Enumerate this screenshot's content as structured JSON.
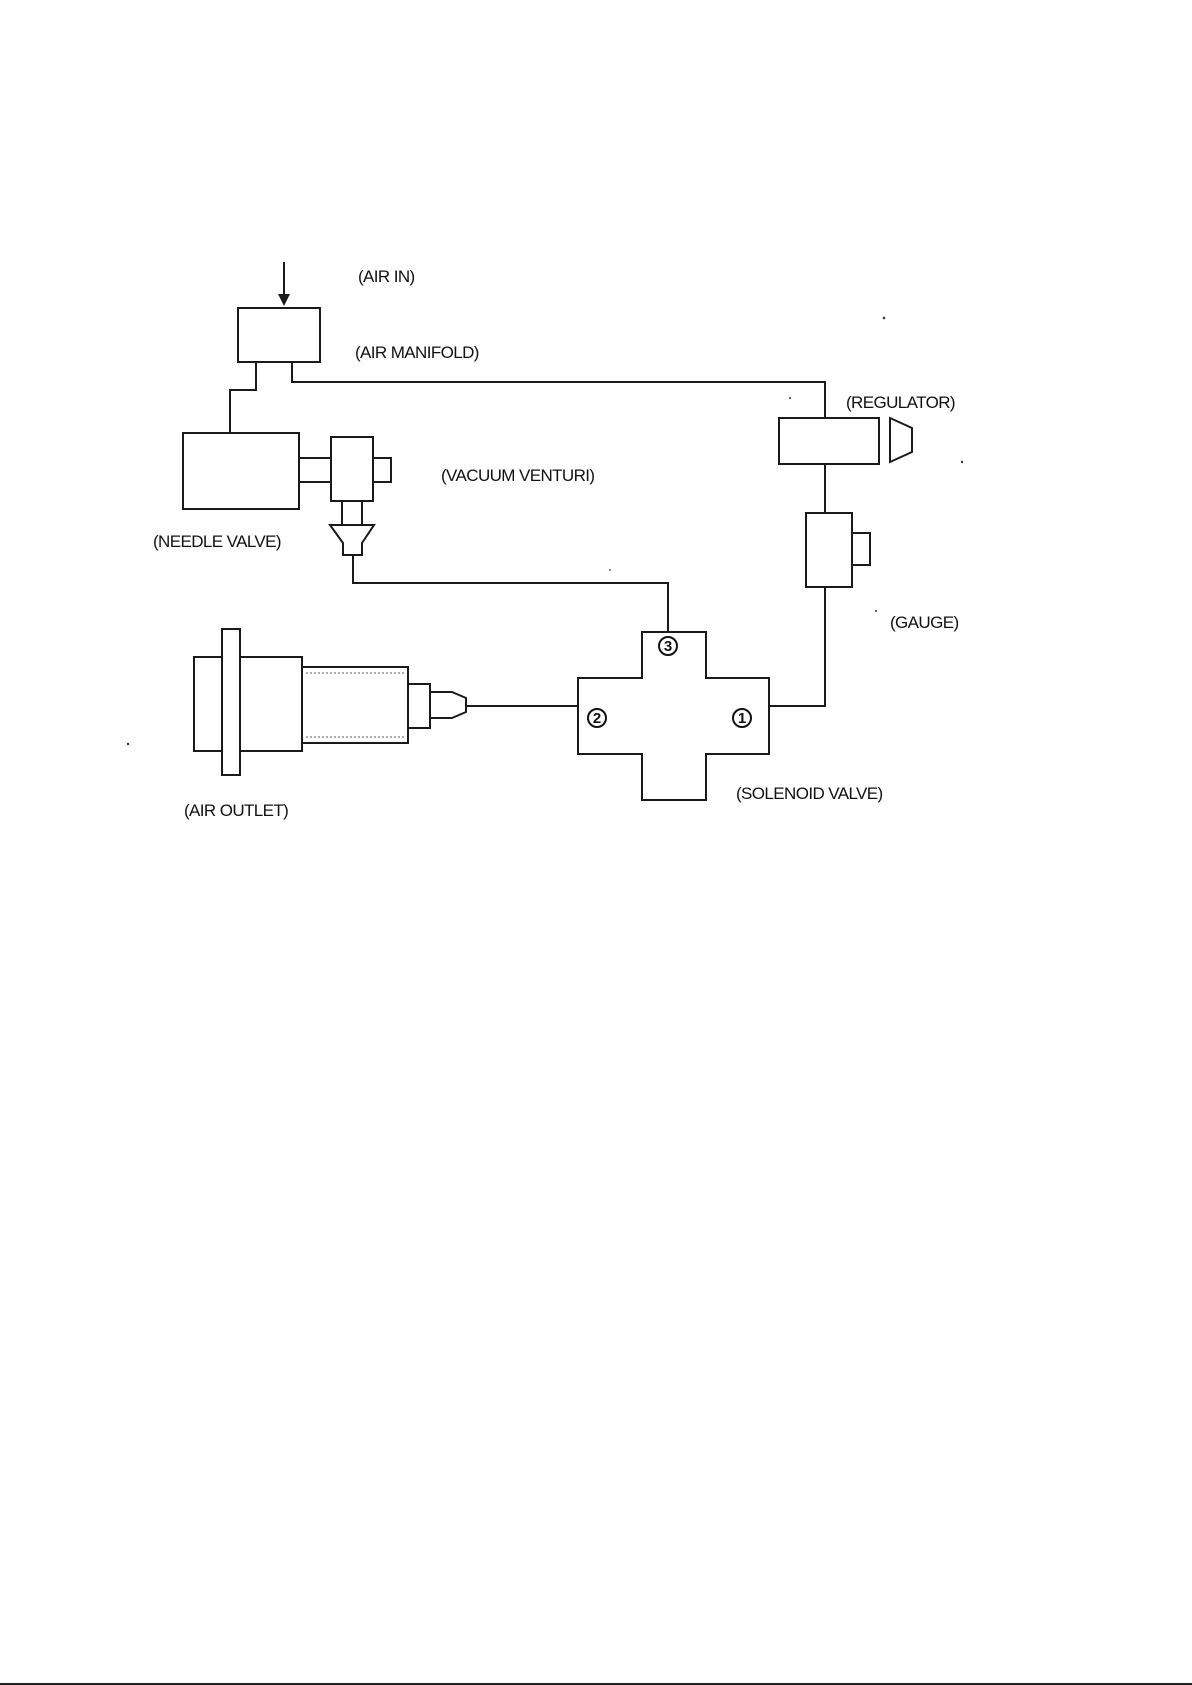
{
  "labels": {
    "air_in": "(AIR IN)",
    "air_manifold": "(AIR MANIFOLD)",
    "regulator": "(REGULATOR)",
    "vacuum_venturi": "(VACUUM VENTURI)",
    "needle_valve": "(NEEDLE VALVE)",
    "gauge": "(GAUGE)",
    "solenoid_valve": "(SOLENOID VALVE)",
    "air_outlet": "(AIR OUTLET)"
  },
  "ports": {
    "port_1": "1",
    "port_2": "2",
    "port_3": "3"
  }
}
